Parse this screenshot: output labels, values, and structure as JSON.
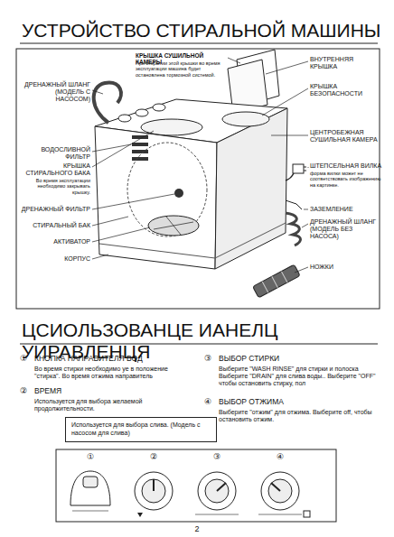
{
  "diagram": {
    "title": "УСТРОЙСТВО СТИРАЛЬНОЙ МАШИНЫ",
    "nodes": [
      {
        "text": [
          "Используется для выбора слива. (Модель с насосом для слива)"
        ]
      }
    ],
    "labels": [
      "КРЫШКА СУШИЛЬНОЙ КАМЕРЫ",
      "При открытии этой крышки во время эксплуатации машина будет остановлена тормозной системой.",
      "ВНУТРЕННЯЯ КРЫШКА",
      "КРЫШКА БЕЗОПАСНОСТИ",
      "ДРЕНАЖНЫЙ ШЛАНГ (МОДЕЛЬ С НАСОСОМ)",
      "ЦЕНТРОБЕЖНАЯ СУШИЛЬНАЯ КАМЕРА",
      "ВОДОСЛИВНОЙ ФИЛЬТР",
      "КРЫШКА СТИРАЛЬНОГО БАКА",
      "Во время эксплуатации необходимо закрывать крышку.",
      "ШТЕПСЕЛЬНАЯ ВИЛКА",
      "форма вилки может не соответствовать изображению на картинке.",
      "ДРЕНАЖНЫЙ ФИЛЬТР",
      "ЗАЗЕМЛЕНИЕ",
      "ДРЕНАЖНЫЙ ШЛАНГ (МОДЕЛЬ БЕЗ НАСОСА)",
      "СТИРАЛЬНЫЙ БАК",
      "АКТИВАТОР",
      "КОРПУС",
      "НОЖКИ",
      "ЦСИОЛЬЗОВАНЦЕ ИАНЕЛЦ УИРАВЛЕНЦЯ",
      "①",
      "КНОПКА НАПРАВИТЕЛЯ ВОД",
      "Во время стирки необходимо уе в положение \"стирка\". Во время отжима направитель",
      "②",
      "ВРЕМЯ",
      "Используется для выбора желаемой продолжительности.",
      "③",
      "ВЫБОР СТИРКИ",
      "Выберите \"WASH RINSE\" для стирки и полоска Выберите \"DRAIN\" для слива воды.. Выберите \"OFF\" чтобы остановить стирку, пол",
      "④",
      "ВЫБОР ОТЖИМА",
      "Выберите \"отжим\" для отжима. Выберите off, чтобы остановить отжим.",
      "①",
      "②",
      "③",
      "④",
      "2"
    ]
  }
}
